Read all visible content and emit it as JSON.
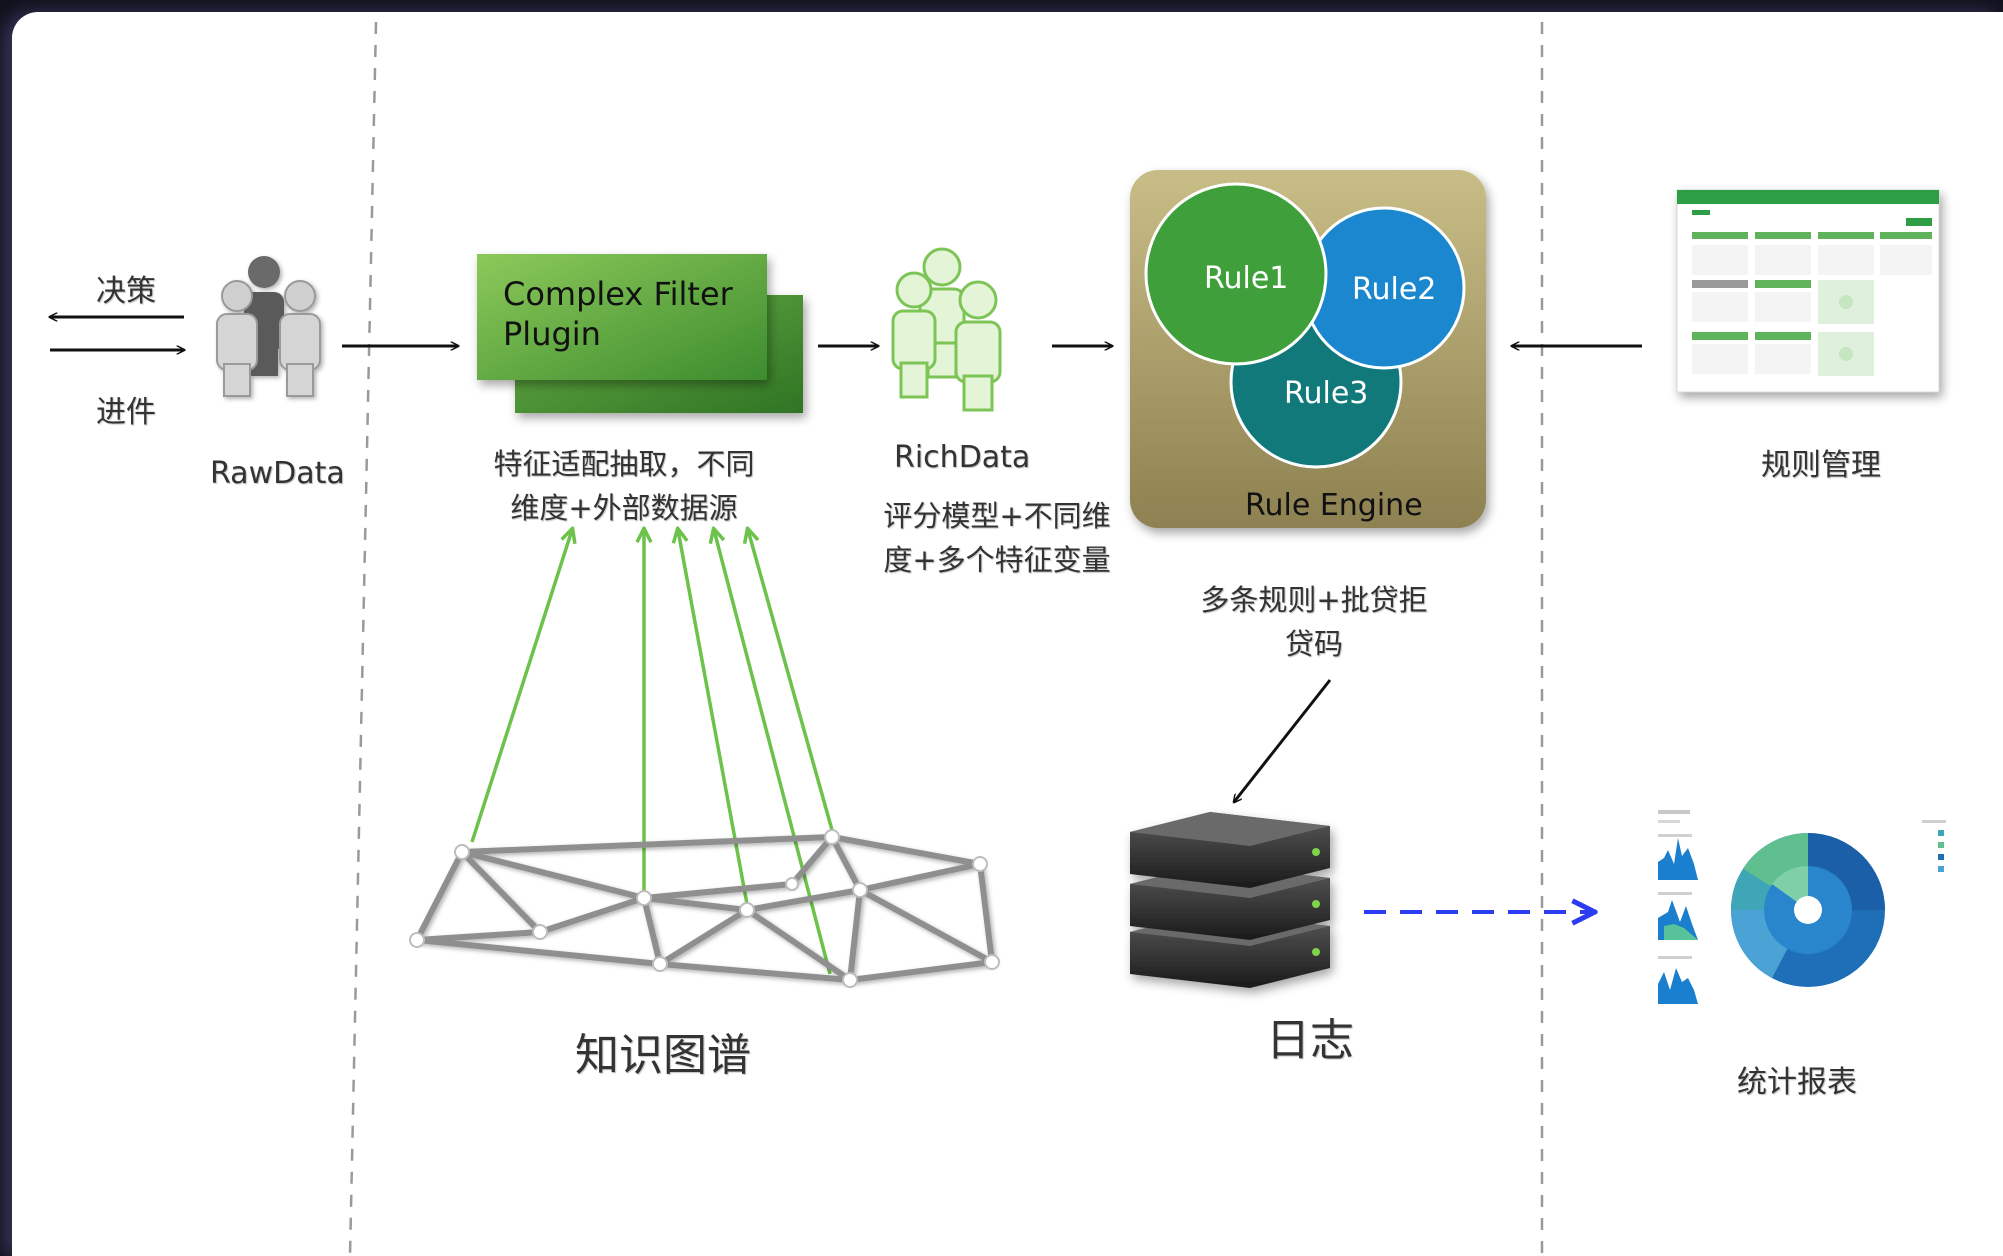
{
  "colors": {
    "green_dark": "#3d8c2e",
    "green_light": "#7fc34f",
    "engine_gold": "#a89b66",
    "rule1": "#3fa03b",
    "rule2": "#1a87cf",
    "rule3": "#11797a",
    "arrow_blue": "#2b3bf0"
  },
  "left": {
    "decision": "决策",
    "incoming": "进件",
    "rawdata": "RawData"
  },
  "filter": {
    "title_line1": "Complex Filter",
    "title_line2": "Plugin",
    "desc_line1": "特征适配抽取，不同",
    "desc_line2": "维度+外部数据源"
  },
  "richdata": {
    "label": "RichData",
    "desc_line1": "评分模型+不同维",
    "desc_line2": "度+多个特征变量"
  },
  "engine": {
    "rule1": "Rule1",
    "rule2": "Rule2",
    "rule3": "Rule3",
    "title": "Rule Engine",
    "desc_line1": "多条规则+批贷拒",
    "desc_line2": "贷码"
  },
  "rules_mgmt": {
    "label": "规则管理"
  },
  "knowledge_graph": {
    "label": "知识图谱"
  },
  "log": {
    "label": "日志"
  },
  "report": {
    "label": "统计报表"
  },
  "icons": [
    "people-group-gray-icon",
    "people-group-green-icon",
    "server-stack-icon",
    "knowledge-graph-network-icon",
    "dashboard-thumbnail-icon",
    "report-thumbnail-icon"
  ]
}
